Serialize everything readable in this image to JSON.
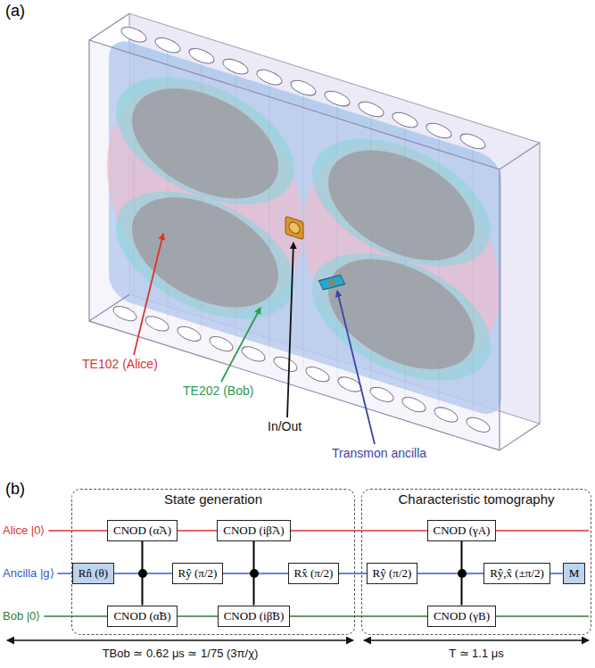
{
  "diagram": {
    "nodes": [
      {
        "text": [
          "State generation"
        ]
      },
      {
        "text": [
          "CNOD (α̃A)"
        ],
        "in": 0
      },
      {
        "text": [
          "CNOD (iβ̃A)"
        ],
        "in": 0
      },
      {
        "text": [
          "Rn̂ (θ)"
        ],
        "in": 0
      },
      {
        "text": [
          "Rŷ (π/2)"
        ],
        "in": 0
      },
      {
        "text": [
          "Rx̂ (π/2)"
        ],
        "in": 0
      },
      {
        "text": [
          "CNOD (α̃B)"
        ],
        "in": 0
      },
      {
        "text": [
          "CNOD (iβ̃B)"
        ],
        "in": 0
      },
      {
        "text": [
          "Characteristic tomography"
        ]
      },
      {
        "text": [
          "CNOD (γA)"
        ],
        "in": 8
      },
      {
        "text": [
          "Rŷ (π/2)"
        ],
        "in": 8
      },
      {
        "text": [
          "Rŷ,x̂ (±π/2)"
        ],
        "in": 8
      },
      {
        "text": [
          "M"
        ],
        "in": 8
      },
      {
        "text": [
          "CNOD (γB)"
        ],
        "in": 8
      }
    ],
    "edges": [
      {
        "from": 1,
        "to": 6,
        "arrow": "none"
      },
      {
        "from": 2,
        "to": 7,
        "arrow": "none"
      },
      {
        "from": 9,
        "to": 13,
        "arrow": "none"
      }
    ],
    "labels": [
      "(a)",
      "TE102 (Alice)",
      "TE202 (Bob)",
      "In/Out",
      "Transmon ancilla",
      "(b)",
      "Alice |0⟩",
      "Ancilla |g⟩",
      "Bob |0⟩",
      "TBob ≃ 0.62 μs ≃ 1/75 (3π/χ)",
      "T ≃ 1.1 μs"
    ]
  }
}
